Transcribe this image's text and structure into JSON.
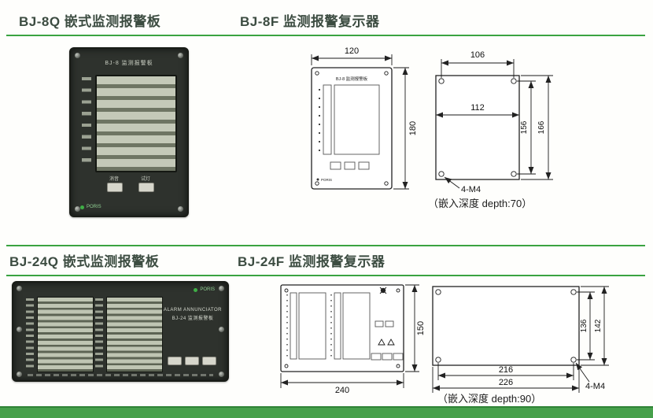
{
  "colors": {
    "accent_green": "#3aa341",
    "footer_green": "#46a04b",
    "panel_dark": "#2e322d",
    "drawing_ink": "#222222",
    "brand_green": "#8fcf92"
  },
  "titles": {
    "bj8q": "BJ-8Q 嵌式监测报警板",
    "bj8f": "BJ-8F 监测报警复示器",
    "bj24q": "BJ-24Q 嵌式监测报警板",
    "bj24f": "BJ-24F 监测报警复示器"
  },
  "photo8": {
    "header": "BJ-8 监测报警板",
    "btn_mute": "消音",
    "btn_test": "试灯",
    "brand": "PORIS"
  },
  "drawing8": {
    "panel_title": "BJ-8 监测报警板",
    "brand": "PORIS",
    "dim_width": "120",
    "dim_height": "180"
  },
  "cutout8": {
    "dim_hole_w": "106",
    "dim_inner_w": "112",
    "dim_hole_h": "156",
    "dim_outer_h": "166",
    "hole_note": "4-M4",
    "depth_note": "（嵌入深度 depth:70）"
  },
  "photo24": {
    "line1": "ALARM ANNUNCIATOR",
    "line2": "BJ-24 监测报警板",
    "brand": "PORIS"
  },
  "drawing24": {
    "dim_width": "240",
    "dim_height": "150"
  },
  "cutout24": {
    "dim_hole_w": "216",
    "dim_outer_w": "226",
    "dim_hole_h": "136",
    "dim_outer_h": "142",
    "hole_note": "4-M4",
    "depth_note": "（嵌入深度 depth:90）"
  }
}
